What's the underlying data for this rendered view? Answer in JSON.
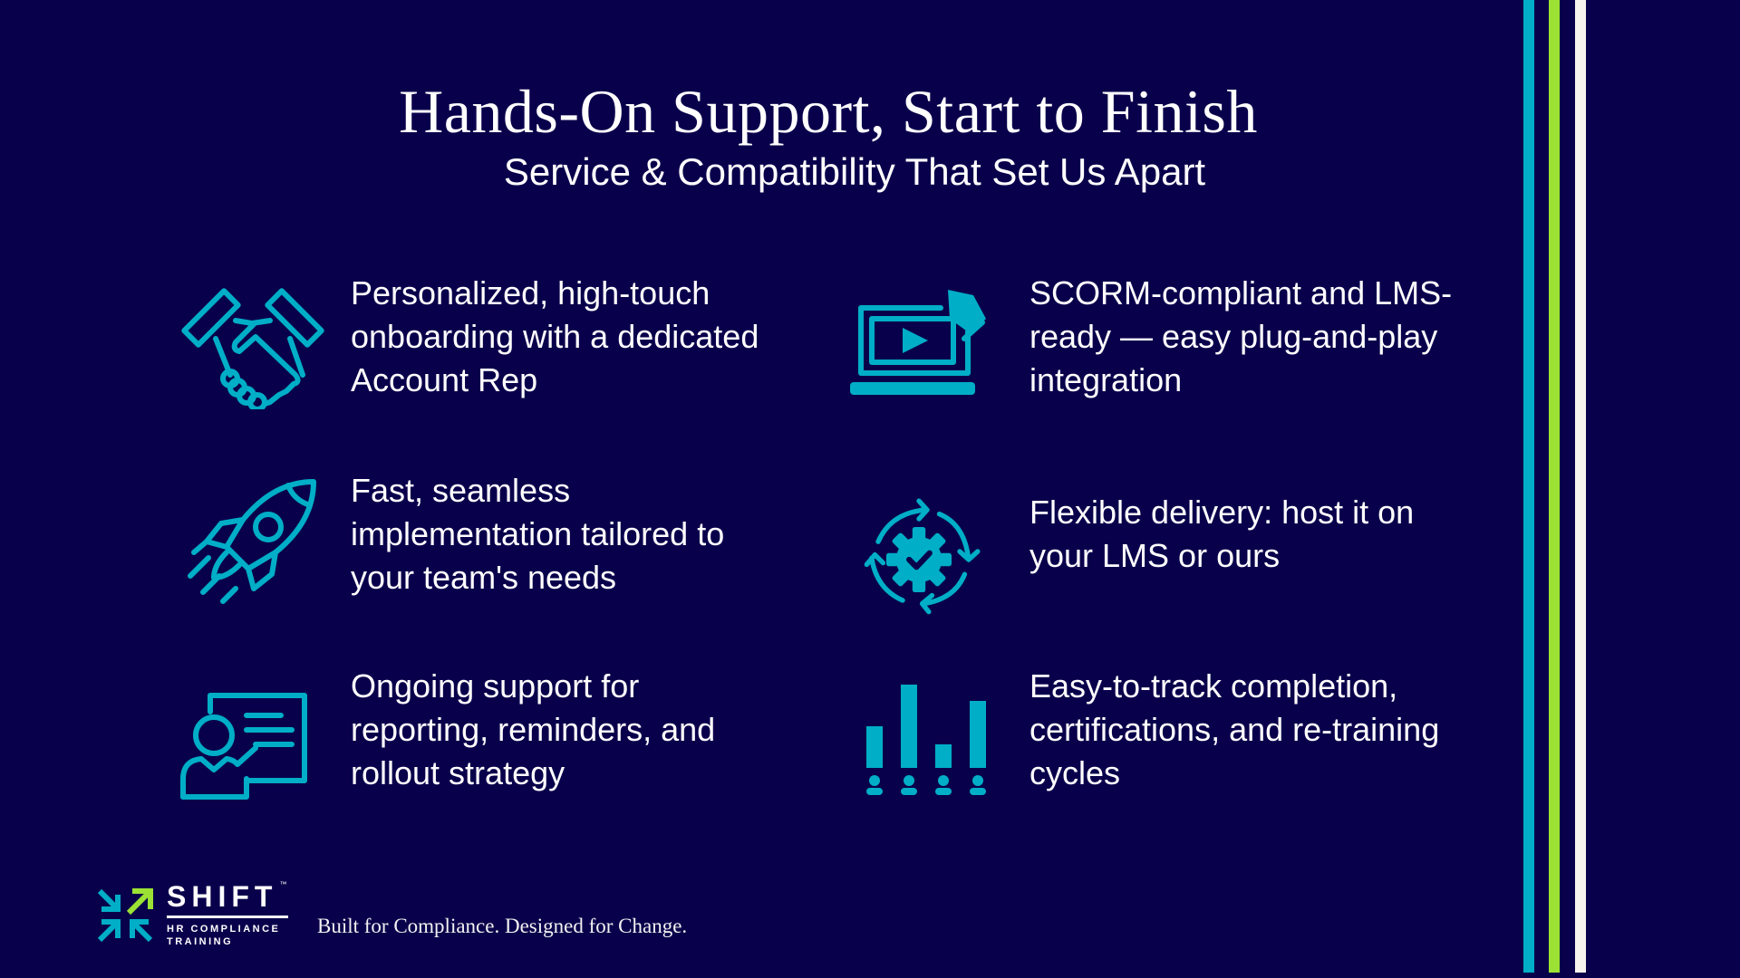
{
  "header": {
    "title": "Hands-On Support, Start to Finish",
    "subtitle": "Service & Compatibility That Set Us Apart"
  },
  "features": [
    {
      "icon": "handshake-icon",
      "text": "Personalized, high-touch onboarding with a dedicated Account Rep"
    },
    {
      "icon": "rocket-icon",
      "text": "Fast, seamless implementation tailored to your team's needs"
    },
    {
      "icon": "presenter-icon",
      "text": "Ongoing support for reporting, reminders, and rollout strategy"
    },
    {
      "icon": "laptop-video-icon",
      "text": "SCORM-compliant and LMS-ready — easy plug-and-play integration"
    },
    {
      "icon": "gear-cycle-icon",
      "text": "Flexible delivery: host it on your LMS or ours"
    },
    {
      "icon": "bar-chart-people-icon",
      "text": "Easy-to-track completion, certifications, and re-training cycles"
    }
  ],
  "footer": {
    "logo_word": "SHIFT",
    "logo_tm": "™",
    "logo_sub": "HR COMPLIANCE TRAINING",
    "tagline": "Built for Compliance. Designed for Change."
  },
  "colors": {
    "background": "#09004b",
    "accent_cyan": "#00aec7",
    "accent_green": "#9be234",
    "stripe_white": "#f7f4ee"
  }
}
